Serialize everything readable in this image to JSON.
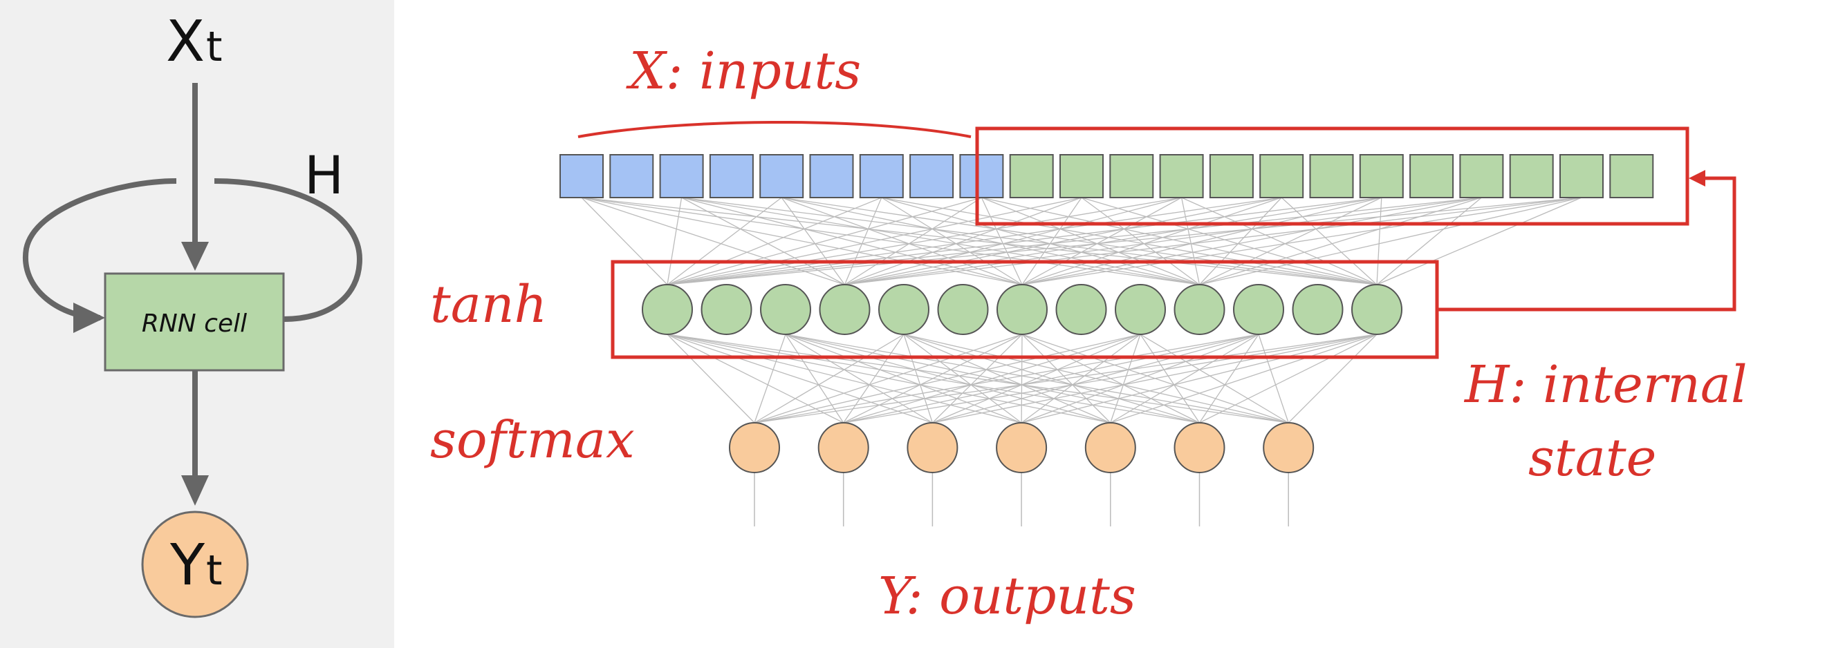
{
  "left_panel": {
    "input_main": "X",
    "input_sub": "t",
    "state_label": "H",
    "cell_label": "RNN cell",
    "output_main": "Y",
    "output_sub": "t"
  },
  "network": {
    "inputs_label": "X: inputs",
    "hidden_label": "tanh",
    "output_layer_label": "softmax",
    "state_label_line1": "H: internal",
    "state_label_line2": "state",
    "outputs_label": "Y: outputs",
    "input_cells_blue": 9,
    "input_cells_green": 13,
    "hidden_units": 13,
    "output_units": 7
  },
  "colors": {
    "panel_bg": "#f0f0f0",
    "arrow_gray": "#666666",
    "cell_green": "#b6d7a8",
    "input_blue": "#a4c2f4",
    "output_orange": "#f9cb9c",
    "annotation_red": "#d9322b",
    "edge_gray": "#bbbbbb"
  }
}
